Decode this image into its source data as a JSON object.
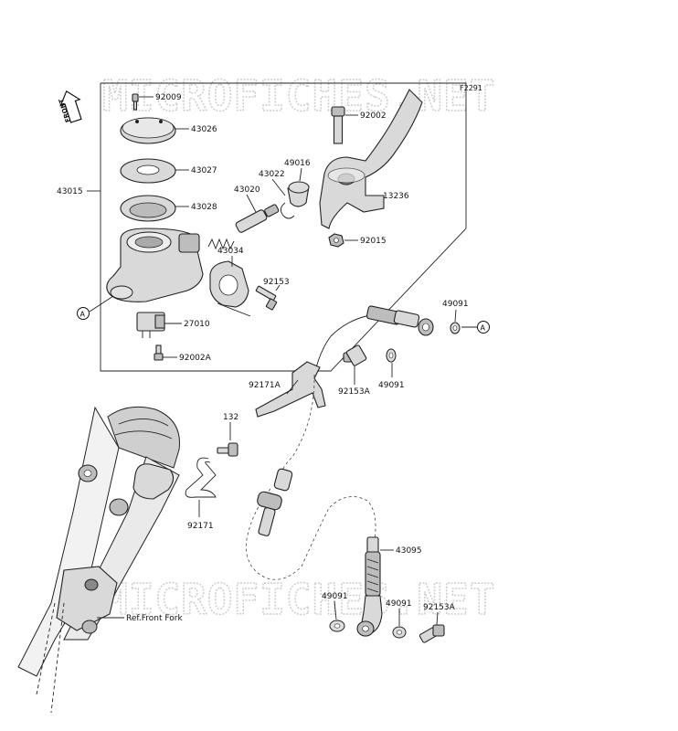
{
  "diagram_code": "F2291",
  "front_arrow": "FRONT",
  "watermark": "MICROFICHES.NET",
  "ref_note": "Ref.Front Fork",
  "ref_marker": "A",
  "part_numbers": {
    "p92009": "92009",
    "p43026": "43026",
    "p43027": "43027",
    "p43028": "43028",
    "p43015": "43015",
    "p92002": "92002",
    "p43022": "43022",
    "p49016": "49016",
    "p43020": "43020",
    "p13236": "13236",
    "p92015": "92015",
    "p43034": "43034",
    "p92153": "92153",
    "p27010": "27010",
    "p92002A": "92002A",
    "p49091_top": "49091",
    "p92153A_top": "92153A",
    "p49091_mid": "49091",
    "p92171A": "92171A",
    "p132": "132",
    "p92171": "92171",
    "p43095": "43095",
    "p49091_bl": "49091",
    "p49091_br": "49091",
    "p92153A_bot": "92153A"
  }
}
